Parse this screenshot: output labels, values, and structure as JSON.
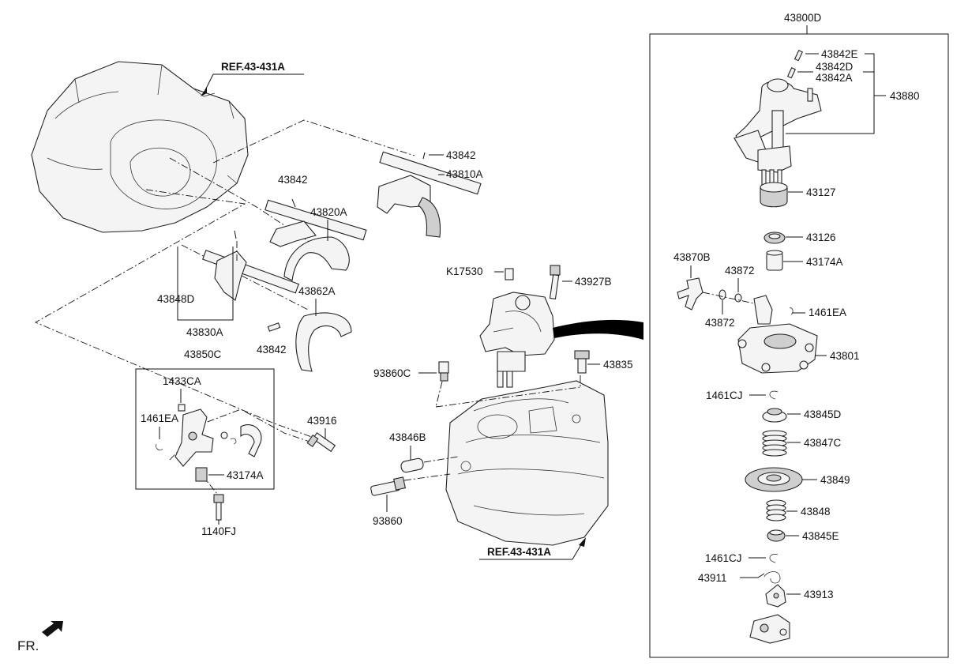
{
  "diagram": {
    "group_label": "43800D",
    "front_marker": "FR.",
    "references": {
      "case_top": "REF.43-431A",
      "case_bottom": "REF.43-431A"
    },
    "labels": {
      "p43842E": "43842E",
      "p43842D": "43842D",
      "p43842A": "43842A",
      "p43880": "43880",
      "p43127": "43127",
      "p43126": "43126",
      "p43174A_r": "43174A",
      "p43870B": "43870B",
      "p43872_a": "43872",
      "p43872_b": "43872",
      "p1461EA_r": "1461EA",
      "p43801": "43801",
      "p1461CJ_a": "1461CJ",
      "p43845D": "43845D",
      "p43847C": "43847C",
      "p43849": "43849",
      "p43848": "43848",
      "p43845E": "43845E",
      "p1461CJ_b": "1461CJ",
      "p43911": "43911",
      "p43913": "43913",
      "p43842_a": "43842",
      "p43810A": "43810A",
      "p43842_b": "43842",
      "p43820A": "43820A",
      "p43848D": "43848D",
      "p43830A": "43830A",
      "p43862A": "43862A",
      "p43842_c": "43842",
      "p43850C": "43850C",
      "p1433CA": "1433CA",
      "p1461EA_l": "1461EA",
      "p43174A_l": "43174A",
      "p43916": "43916",
      "p1140FJ": "1140FJ",
      "pK17530": "K17530",
      "p43927B": "43927B",
      "p93860C": "93860C",
      "p43835": "43835",
      "p43846B": "43846B",
      "p93860": "93860"
    }
  }
}
